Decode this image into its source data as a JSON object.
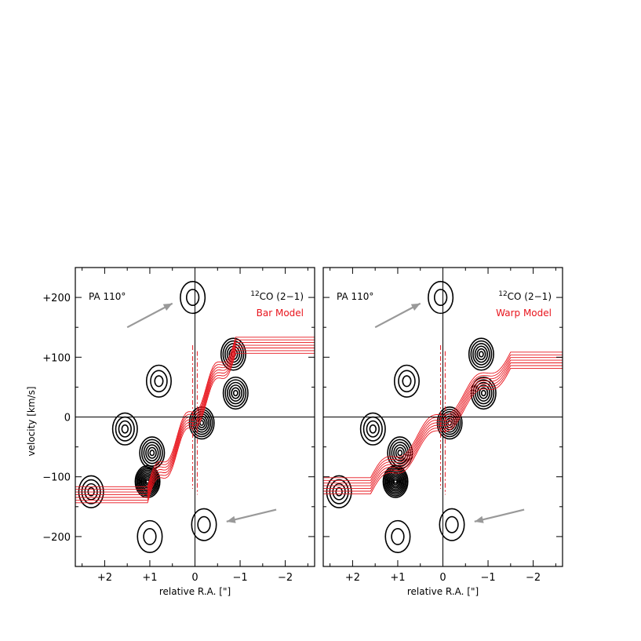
{
  "chart_data": [
    {
      "type": "contour",
      "pa_label": "PA 110°",
      "line_label_sup": "12",
      "line_label_main": "CO (2−1)",
      "model_label": "Bar Model",
      "xlabel": "relative R.A. [\"]",
      "ylabel": "velocity [km/s]",
      "xlim": [
        2.65,
        -2.65
      ],
      "ylim": [
        -250,
        250
      ],
      "x_ticks": [
        {
          "v": 2,
          "t": "+2"
        },
        {
          "v": 1,
          "t": "+1"
        },
        {
          "v": 0,
          "t": "0"
        },
        {
          "v": -1,
          "t": "−1"
        },
        {
          "v": -2,
          "t": "−2"
        }
      ],
      "y_ticks": [
        {
          "v": 200,
          "t": "+200"
        },
        {
          "v": 100,
          "t": "+100"
        },
        {
          "v": 0,
          "t": "0"
        },
        {
          "v": -100,
          "t": "−100"
        },
        {
          "v": -200,
          "t": "−200"
        }
      ],
      "show_y_labels": true,
      "observed_peaks": [
        {
          "x": 1.05,
          "y": -108,
          "peak": 10
        },
        {
          "x": 0.95,
          "y": -60,
          "peak": 6
        },
        {
          "x": -0.15,
          "y": -10,
          "peak": 7
        },
        {
          "x": -0.9,
          "y": 40,
          "peak": 6
        },
        {
          "x": -0.85,
          "y": 105,
          "peak": 6
        },
        {
          "x": 0.8,
          "y": 60,
          "peak": 3
        },
        {
          "x": 1.55,
          "y": -20,
          "peak": 4
        },
        {
          "x": 2.3,
          "y": -125,
          "peak": 4
        },
        {
          "x": 0.05,
          "y": 200,
          "peak": 2
        },
        {
          "x": -0.2,
          "y": -180,
          "peak": 2
        },
        {
          "x": 1.0,
          "y": -200,
          "peak": 2
        }
      ],
      "arrows": [
        {
          "from": [
            1.5,
            150
          ],
          "to": [
            0.5,
            190
          ]
        },
        {
          "from": [
            -1.8,
            -155
          ],
          "to": [
            -0.7,
            -175
          ]
        }
      ],
      "model": {
        "type": "bar",
        "low_plateau": -130,
        "high_plateau": 120,
        "step_x_low": 1.05,
        "step_x_high": -0.9
      }
    },
    {
      "type": "contour",
      "pa_label": "PA 110°",
      "line_label_sup": "12",
      "line_label_main": "CO (2−1)",
      "model_label": "Warp Model",
      "xlabel": "relative R.A. [\"]",
      "ylabel": "",
      "xlim": [
        2.65,
        -2.65
      ],
      "ylim": [
        -250,
        250
      ],
      "x_ticks": [
        {
          "v": 2,
          "t": "+2"
        },
        {
          "v": 1,
          "t": "+1"
        },
        {
          "v": 0,
          "t": "0"
        },
        {
          "v": -1,
          "t": "−1"
        },
        {
          "v": -2,
          "t": "−2"
        }
      ],
      "y_ticks": [
        {
          "v": 200,
          "t": "+200"
        },
        {
          "v": 100,
          "t": "+100"
        },
        {
          "v": 0,
          "t": "0"
        },
        {
          "v": -100,
          "t": "−100"
        },
        {
          "v": -200,
          "t": "−200"
        }
      ],
      "show_y_labels": false,
      "observed_peaks": [
        {
          "x": 1.05,
          "y": -108,
          "peak": 10
        },
        {
          "x": 0.95,
          "y": -60,
          "peak": 6
        },
        {
          "x": -0.15,
          "y": -10,
          "peak": 7
        },
        {
          "x": -0.9,
          "y": 40,
          "peak": 6
        },
        {
          "x": -0.85,
          "y": 105,
          "peak": 6
        },
        {
          "x": 0.8,
          "y": 60,
          "peak": 3
        },
        {
          "x": 1.55,
          "y": -20,
          "peak": 4
        },
        {
          "x": 2.3,
          "y": -125,
          "peak": 4
        },
        {
          "x": 0.05,
          "y": 200,
          "peak": 2
        },
        {
          "x": -0.2,
          "y": -180,
          "peak": 2
        },
        {
          "x": 1.0,
          "y": -200,
          "peak": 2
        }
      ],
      "arrows": [
        {
          "from": [
            1.5,
            150
          ],
          "to": [
            0.5,
            190
          ]
        },
        {
          "from": [
            -1.8,
            -155
          ],
          "to": [
            -0.7,
            -175
          ]
        }
      ],
      "model": {
        "type": "warp",
        "low_plateau": -115,
        "high_plateau": 95,
        "step_x_low": 1.6,
        "step_x_high": -1.5
      }
    }
  ],
  "colors": {
    "observed": "#000000",
    "model": "#e8141c",
    "arrow": "#999999"
  }
}
